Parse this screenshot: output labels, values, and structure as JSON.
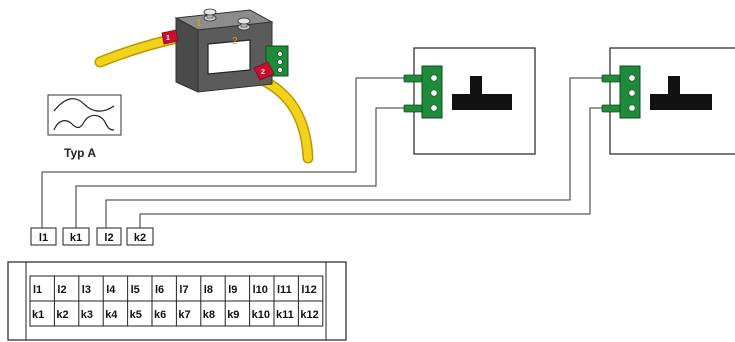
{
  "sensor": {
    "port_labels": [
      "1",
      "2"
    ],
    "tag_labels": [
      "1",
      "2"
    ]
  },
  "waveform": {
    "label": "Typ A"
  },
  "connector_labels": [
    "l1",
    "k1",
    "l2",
    "k2"
  ],
  "terminal_block": {
    "top_row": [
      "l1",
      "l2",
      "l3",
      "l4",
      "l5",
      "l6",
      "l7",
      "l8",
      "l9",
      "l10",
      "l11",
      "l12"
    ],
    "bottom_row": [
      "k1",
      "k2",
      "k3",
      "k4",
      "k5",
      "k6",
      "k7",
      "k8",
      "k9",
      "k10",
      "k11",
      "k12"
    ]
  },
  "colors": {
    "cable": "#f2d21a",
    "cable_edge": "#b89a00",
    "sensor_body": "#5b5b5b",
    "sensor_top": "#8c8c8c",
    "connector_green": "#1f8a3a",
    "tag_red": "#c8102e",
    "port_number": "#e3a21a",
    "wire": "#333333"
  }
}
